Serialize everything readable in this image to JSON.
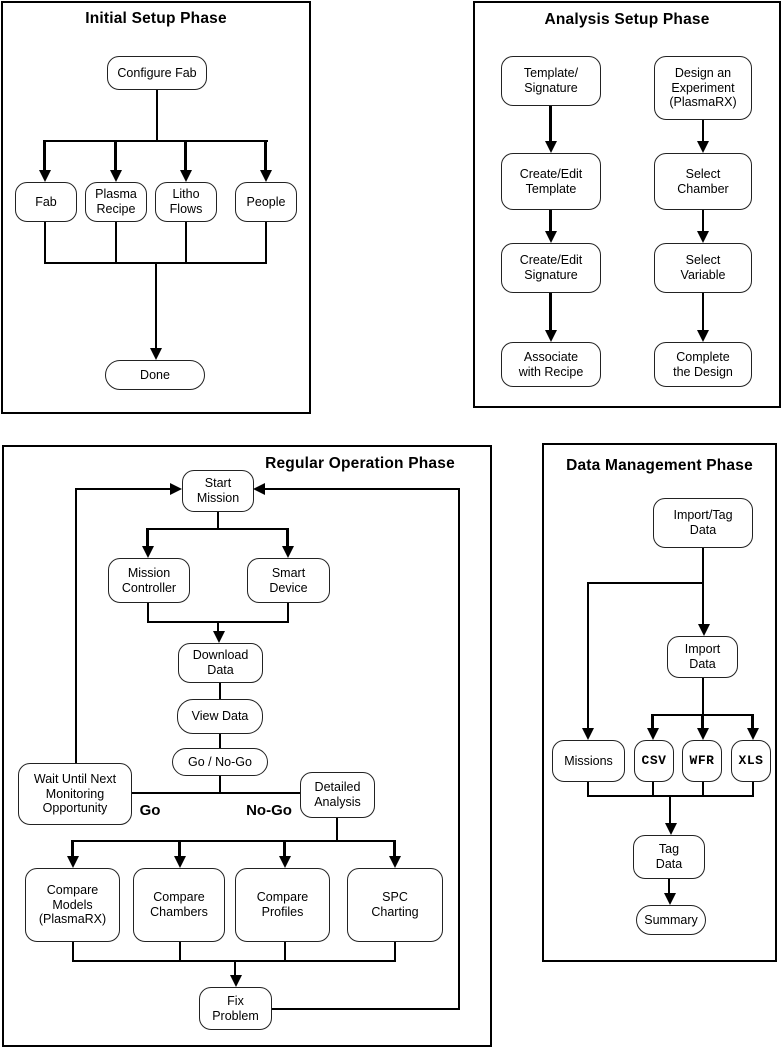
{
  "page": {
    "background": "#ffffff",
    "line_color": "#000000",
    "box_border_color": "#222222"
  },
  "panels": {
    "initial_setup": {
      "title": "Initial Setup Phase",
      "nodes": {
        "configure_fab": "Configure Fab",
        "fab": "Fab",
        "plasma_recipe": "Plasma\nRecipe",
        "litho_flows": "Litho\nFlows",
        "people": "People",
        "done": "Done"
      }
    },
    "analysis_setup": {
      "title": "Analysis Setup Phase",
      "nodes": {
        "template_signature": "Template/\nSignature",
        "create_edit_template": "Create/Edit\nTemplate",
        "create_edit_signature": "Create/Edit\nSignature",
        "associate_with_recipe": "Associate\nwith Recipe",
        "design_an_experiment": "Design an\nExperiment\n(PlasmaRX)",
        "select_chamber": "Select\nChamber",
        "select_variable": "Select\nVariable",
        "complete_the_design": "Complete\nthe Design"
      }
    },
    "regular_operation": {
      "title": "Regular Operation Phase",
      "nodes": {
        "start_mission": "Start\nMission",
        "mission_controller": "Mission\nController",
        "smart_device": "Smart\nDevice",
        "download_data": "Download\nData",
        "view_data": "View Data",
        "go_no_go": "Go / No-Go",
        "wait_until_next": "Wait Until Next\nMonitoring\nOpportunity",
        "detailed_analysis": "Detailed\nAnalysis",
        "compare_models": "Compare\nModels\n(PlasmaRX)",
        "compare_chambers": "Compare\nChambers",
        "compare_profiles": "Compare\nProfiles",
        "spc_charting": "SPC\nCharting",
        "fix_problem": "Fix\nProblem"
      },
      "edge_labels": {
        "go": "Go",
        "no_go": "No-Go"
      }
    },
    "data_management": {
      "title": "Data Management Phase",
      "nodes": {
        "import_tag_data": "Import/Tag\nData",
        "import_data": "Import\nData",
        "missions": "Missions",
        "csv": "CSV",
        "wfr": "WFR",
        "xls": "XLS",
        "tag_data": "Tag\nData",
        "summary": "Summary"
      }
    }
  }
}
